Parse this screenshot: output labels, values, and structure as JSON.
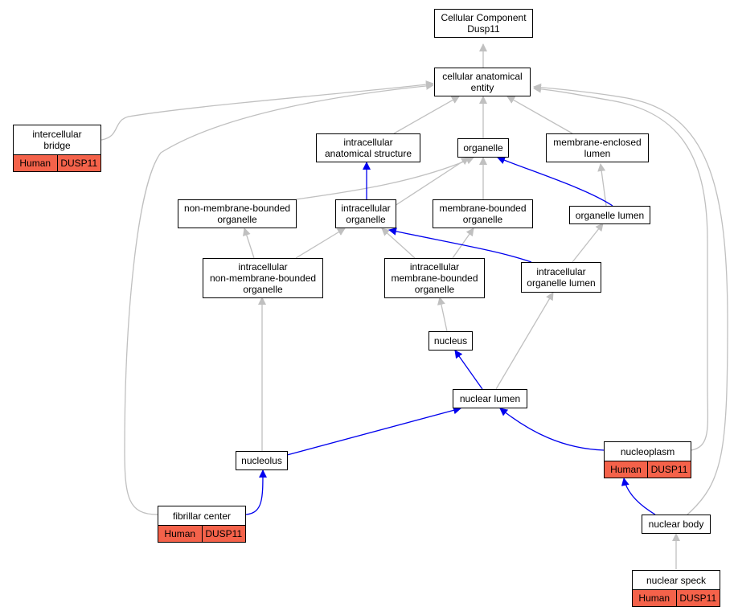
{
  "nodes": {
    "root": {
      "label": "Cellular Component\nDusp11"
    },
    "cae": {
      "label": "cellular anatomical\nentity"
    },
    "bridge": {
      "label": "intercellular\nbridge",
      "species": "Human",
      "gene": "DUSP11"
    },
    "ias": {
      "label": "intracellular\nanatomical structure"
    },
    "organelle": {
      "label": "organelle"
    },
    "mel": {
      "label": "membrane-enclosed\nlumen"
    },
    "nmbo": {
      "label": "non-membrane-bounded\norganelle"
    },
    "io": {
      "label": "intracellular\norganelle"
    },
    "mbo": {
      "label": "membrane-bounded\norganelle"
    },
    "olumen": {
      "label": "organelle lumen"
    },
    "inmbo": {
      "label": "intracellular\nnon-membrane-bounded\norganelle"
    },
    "imbo": {
      "label": "intracellular\nmembrane-bounded\norganelle"
    },
    "iol": {
      "label": "intracellular\norganelle lumen"
    },
    "nucleus": {
      "label": "nucleus"
    },
    "nlumen": {
      "label": "nuclear lumen"
    },
    "nucleolus": {
      "label": "nucleolus"
    },
    "nucleoplasm": {
      "label": "nucleoplasm",
      "species": "Human",
      "gene": "DUSP11"
    },
    "fibrillar": {
      "label": "fibrillar center",
      "species": "Human",
      "gene": "DUSP11"
    },
    "nbody": {
      "label": "nuclear body"
    },
    "speck": {
      "label": "nuclear speck",
      "species": "Human",
      "gene": "DUSP11"
    }
  },
  "edge_colors": {
    "is_a": "#c0c0c0",
    "part_of": "#0000ee"
  },
  "annotation_color": "#f4624a"
}
